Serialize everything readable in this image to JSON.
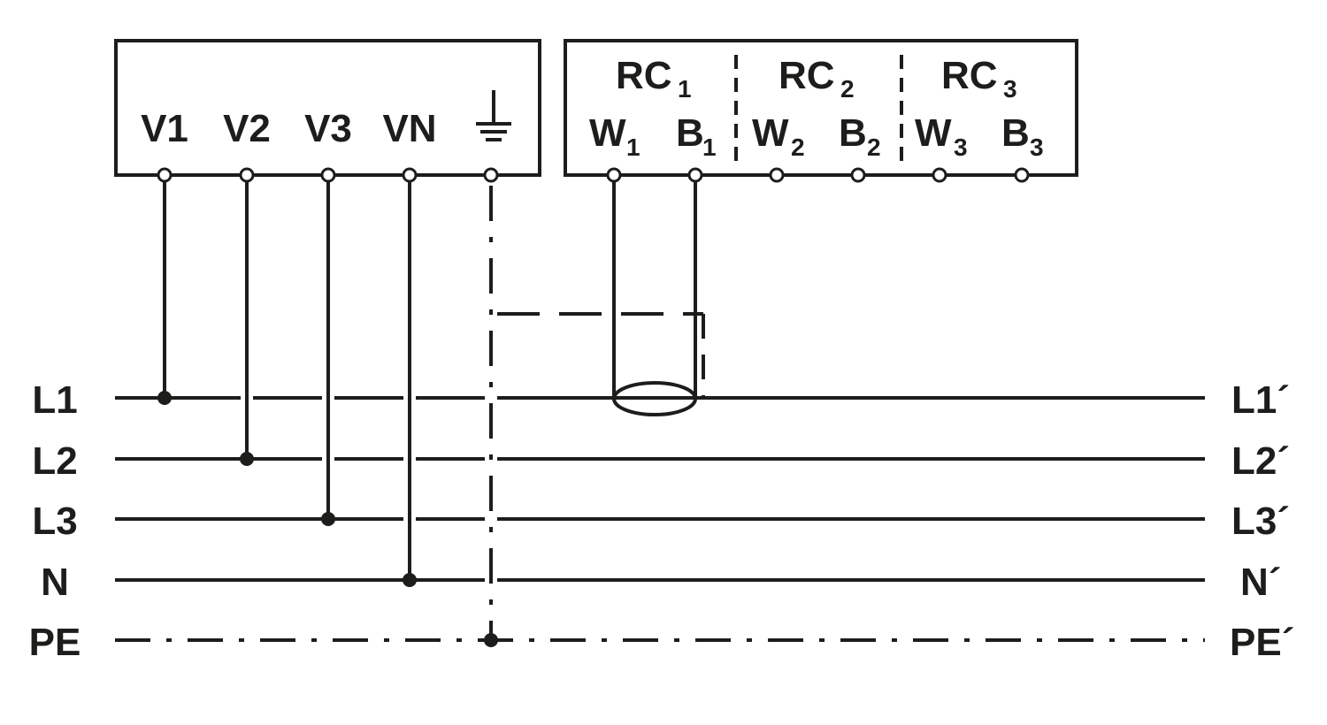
{
  "voltage_block": {
    "terminals": [
      "V1",
      "V2",
      "V3",
      "VN"
    ],
    "ground_icon": "ground-icon"
  },
  "rc_block": {
    "channels": [
      {
        "name": "RC",
        "index": "1",
        "w": "W",
        "w_idx": "1",
        "b": "B",
        "b_idx": "1"
      },
      {
        "name": "RC",
        "index": "2",
        "w": "W",
        "w_idx": "2",
        "b": "B",
        "b_idx": "2"
      },
      {
        "name": "RC",
        "index": "3",
        "w": "W",
        "w_idx": "3",
        "b": "B",
        "b_idx": "3"
      }
    ]
  },
  "lines_left": [
    "L1",
    "L2",
    "L3",
    "N",
    "PE"
  ],
  "lines_right": [
    "L1´",
    "L2´",
    "L3´",
    "N´",
    "PE´"
  ],
  "colors": {
    "ink": "#1d1d1b",
    "background": "#ffffff"
  }
}
